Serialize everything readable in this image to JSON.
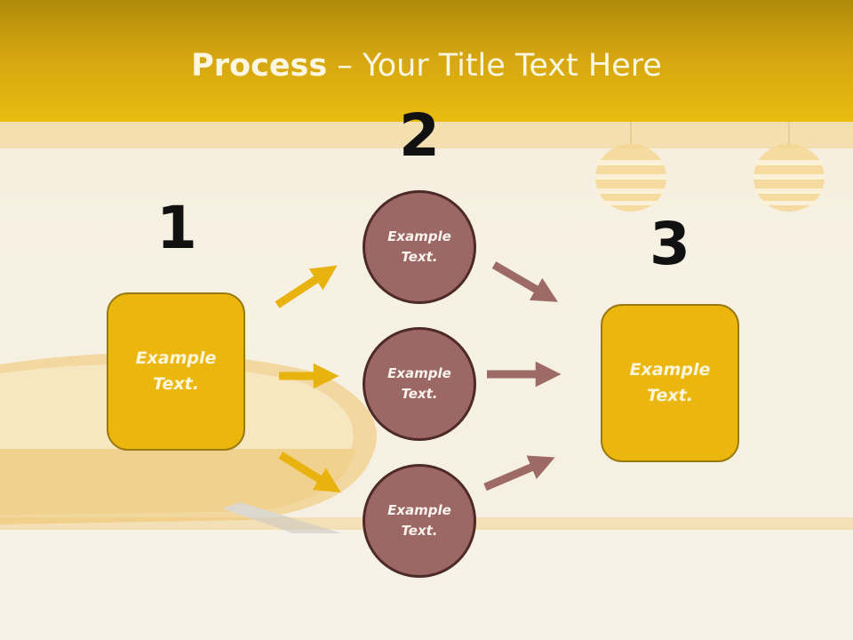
{
  "slide": {
    "title_bold": "Process",
    "title_rest": " – Your Title Text Here",
    "steps": [
      {
        "number": "1",
        "text": "Example\nText."
      },
      {
        "number": "2",
        "texts": [
          "Example\nText.",
          "Example\nText.",
          "Example\nText."
        ]
      },
      {
        "number": "3",
        "text": "Example\nText."
      }
    ]
  },
  "colors": {
    "header": "#e9bc10",
    "box_fill": "#ebb70f",
    "circle_fill": "#9c6866",
    "arrow_yellow": "#e8b30e",
    "arrow_brown": "#9e6a66"
  }
}
